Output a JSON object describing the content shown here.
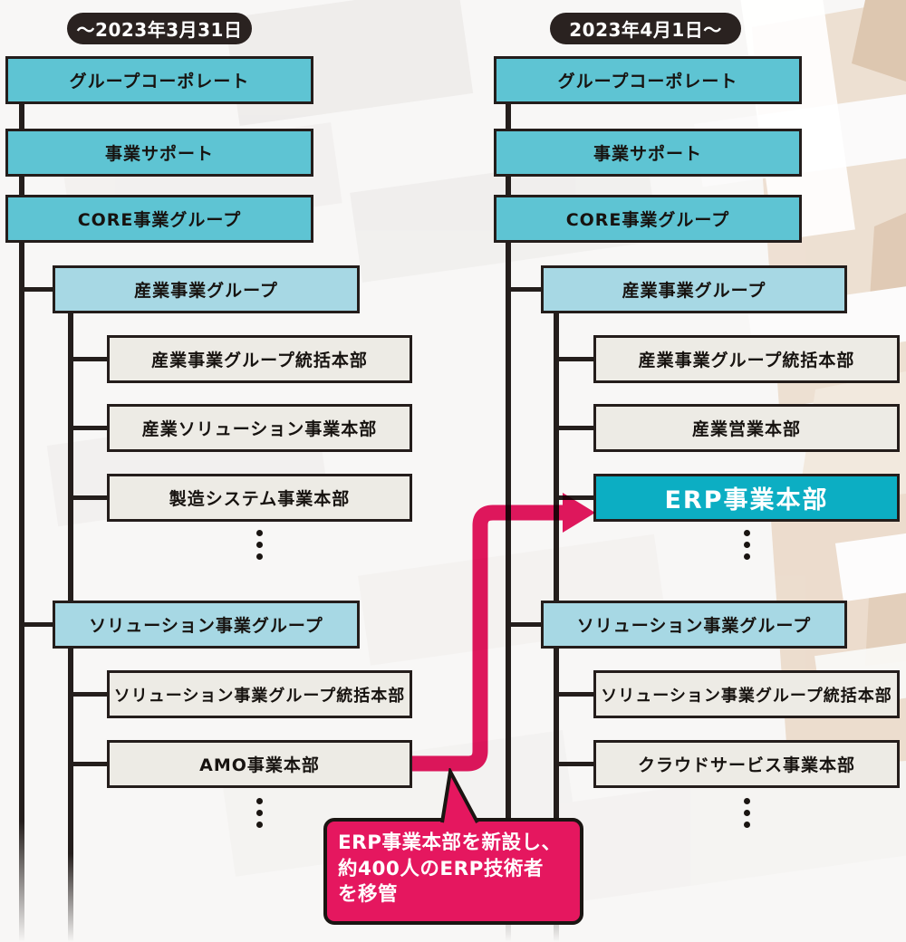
{
  "period_labels": {
    "before": "〜2023年3月31日",
    "after": "2023年4月1日〜"
  },
  "org_before": {
    "top_units": [
      "グループコーポレート",
      "事業サポート",
      "CORE事業グループ"
    ],
    "groups": [
      {
        "name": "産業事業グループ",
        "divisions": [
          "産業事業グループ統括本部",
          "産業ソリューション事業本部",
          "製造システム事業本部"
        ],
        "has_more": true
      },
      {
        "name": "ソリューション事業グループ",
        "divisions": [
          "ソリューション事業グループ統括本部",
          "AMO事業本部"
        ],
        "has_more": true
      }
    ]
  },
  "org_after": {
    "top_units": [
      "グループコーポレート",
      "事業サポート",
      "CORE事業グループ"
    ],
    "groups": [
      {
        "name": "産業事業グループ",
        "divisions": [
          "産業事業グループ統括本部",
          "産業営業本部",
          "ERP事業本部"
        ],
        "has_more": true
      },
      {
        "name": "ソリューション事業グループ",
        "divisions": [
          "ソリューション事業グループ統括本部",
          "クラウドサービス事業本部"
        ],
        "has_more": true
      }
    ],
    "new_unit": "ERP事業本部"
  },
  "callout": {
    "lines": [
      "ERP事業本部を新設し、",
      "約400人のERP技術者",
      "を移管"
    ]
  },
  "colors": {
    "primary_teal": "#5ec4d3",
    "light_blue": "#a7d8e4",
    "box_gray": "#edebe5",
    "highlight_teal": "#0caec3",
    "accent_pink": "#e5175f",
    "line_dark": "#241e1c",
    "badge_dark": "#2a2220"
  }
}
